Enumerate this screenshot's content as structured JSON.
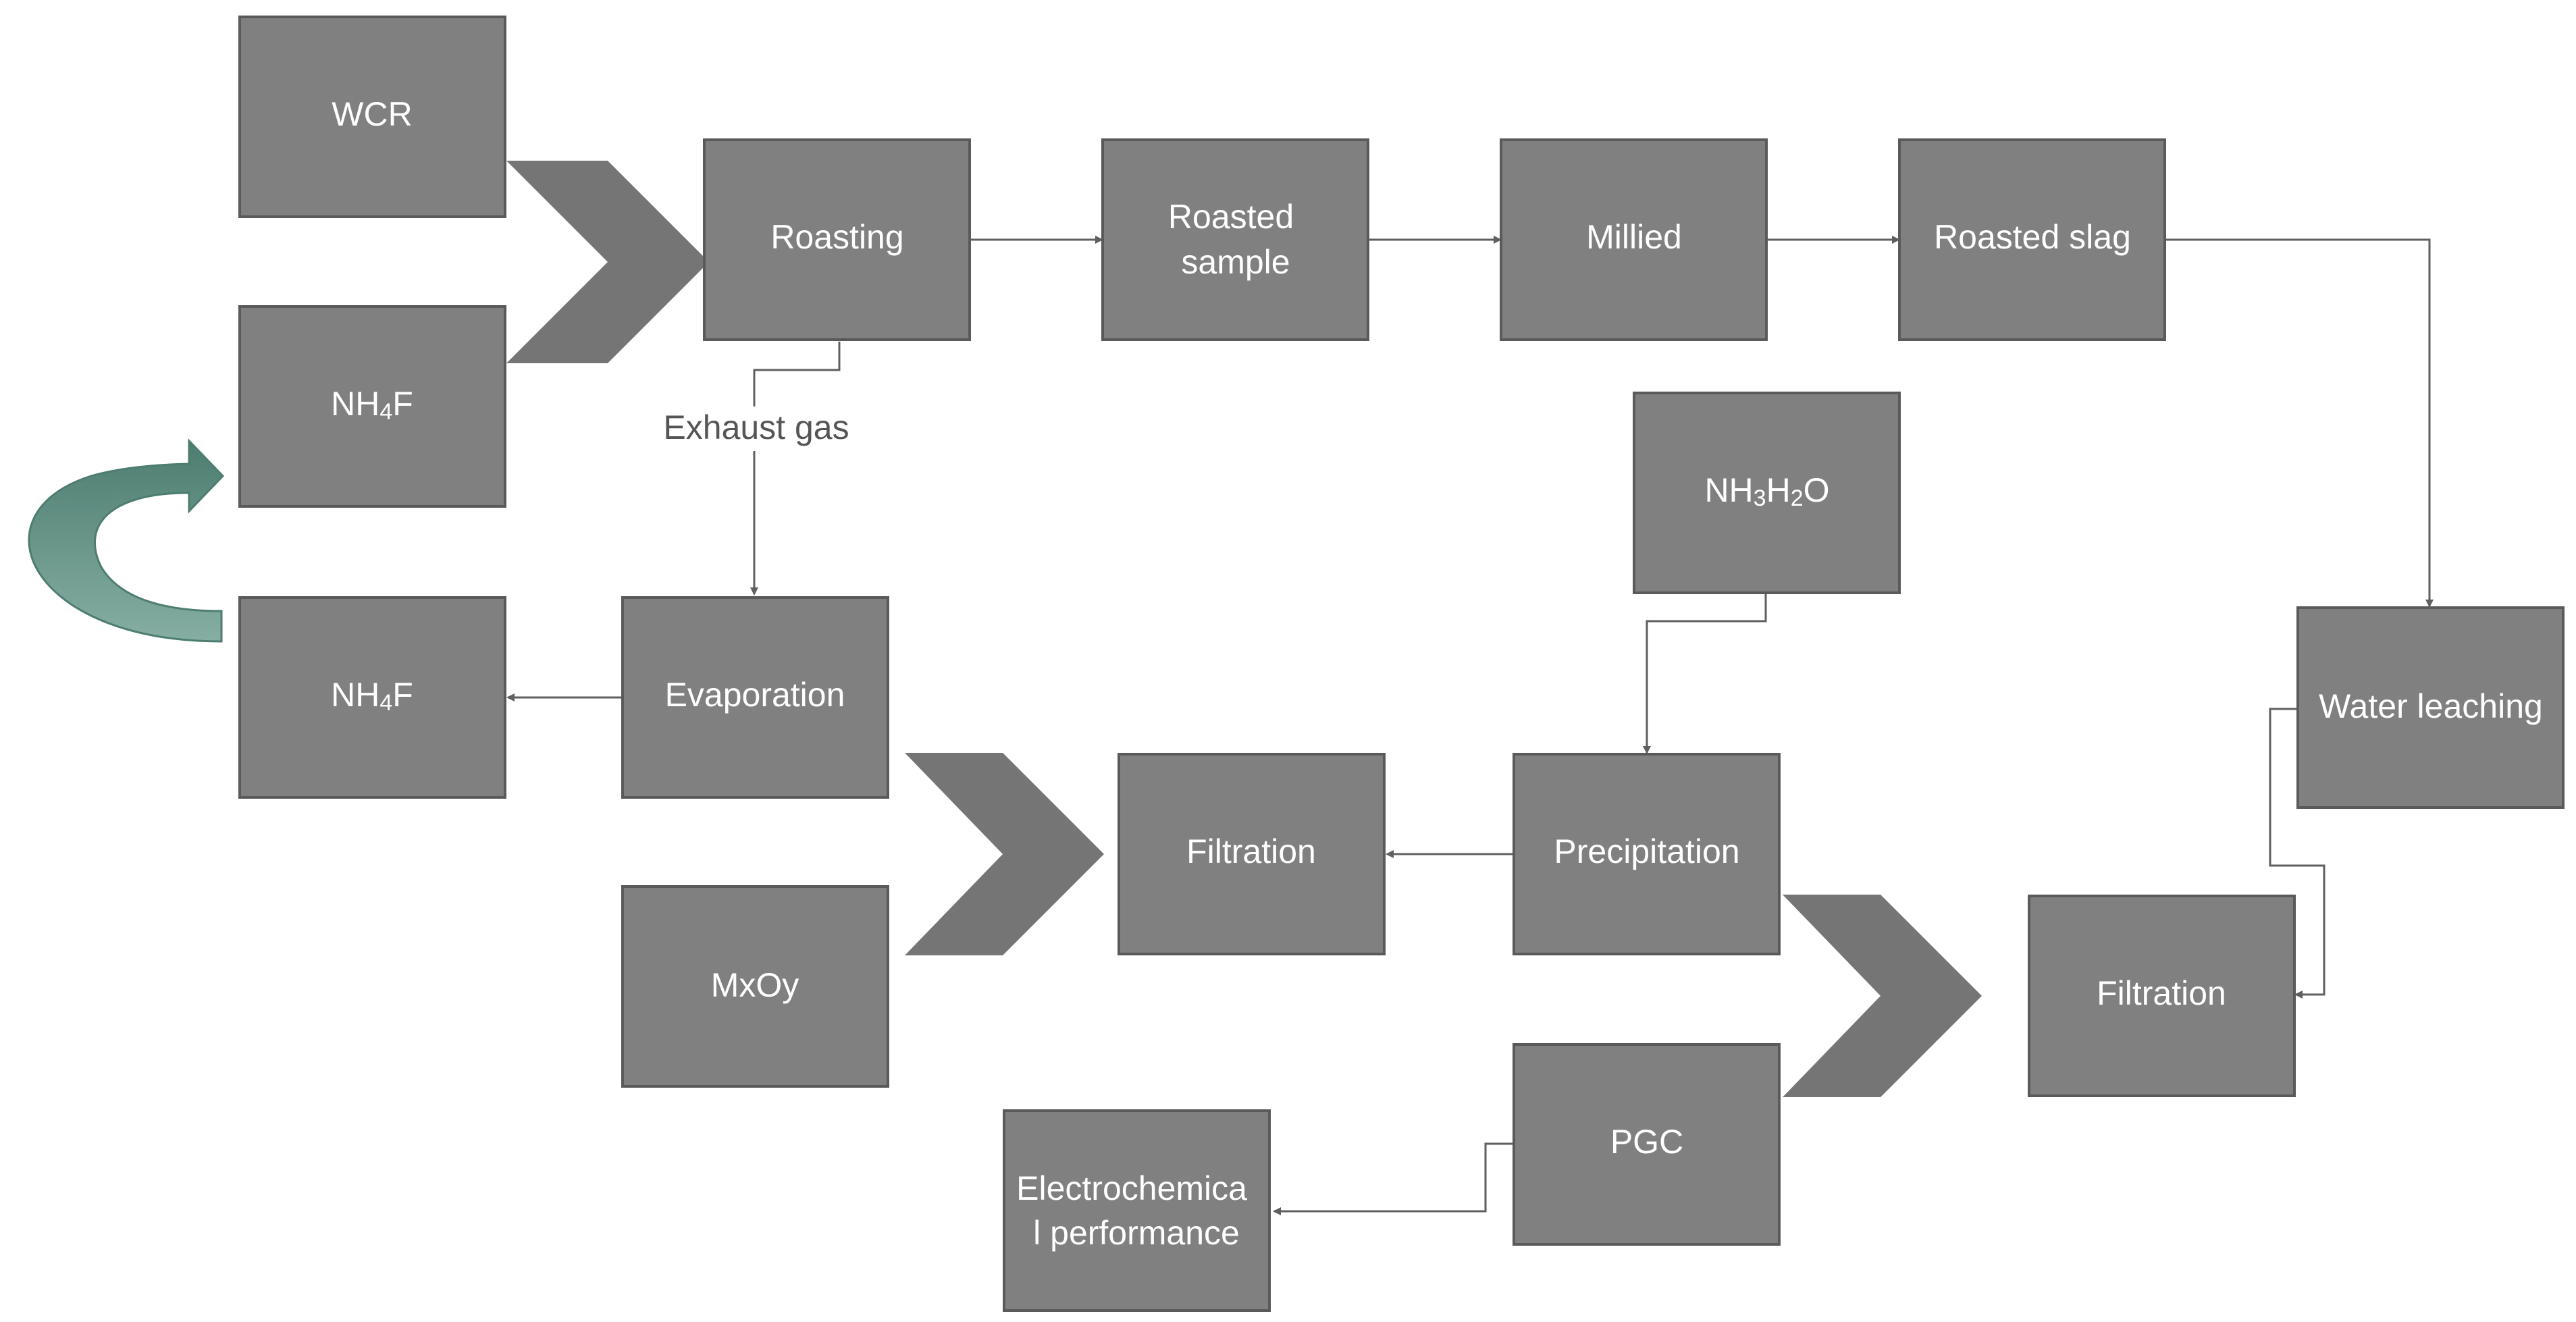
{
  "nodes": {
    "wcr": {
      "label": "WCR"
    },
    "nh4f_top": {
      "label_main": "NH",
      "label_sub": "4",
      "label_end": "F"
    },
    "nh4f_bottom": {
      "label_main": "NH",
      "label_sub": "4",
      "label_end": "F"
    },
    "roasting": {
      "label": "Roasting"
    },
    "roasted_sample": {
      "line1": "Roasted",
      "line2": "sample"
    },
    "millied": {
      "label": "Millied"
    },
    "roasted_slag": {
      "label": "Roasted slag"
    },
    "nh3h2o": {
      "p1": "NH",
      "s1": "3",
      "p2": "H",
      "s2": "2",
      "p3": "O"
    },
    "water_leaching": {
      "label": "Water leaching"
    },
    "evaporation": {
      "label": "Evaporation"
    },
    "filtration_mid": {
      "label": "Filtration"
    },
    "precipitation": {
      "label": "Precipitation"
    },
    "mxoy": {
      "label": "MxOy"
    },
    "filtration_right": {
      "label": "Filtration"
    },
    "pgc": {
      "label": "PGC"
    },
    "electrochemical": {
      "line1": "Electrochemica",
      "line2": "l performance"
    }
  },
  "edges": {
    "exhaust_gas_label": "Exhaust gas"
  },
  "colors": {
    "box_fill": "#808080",
    "box_text": "#ffffff",
    "connector": "#5f5f5f",
    "recycle_arrow": "#6f9a8d"
  }
}
